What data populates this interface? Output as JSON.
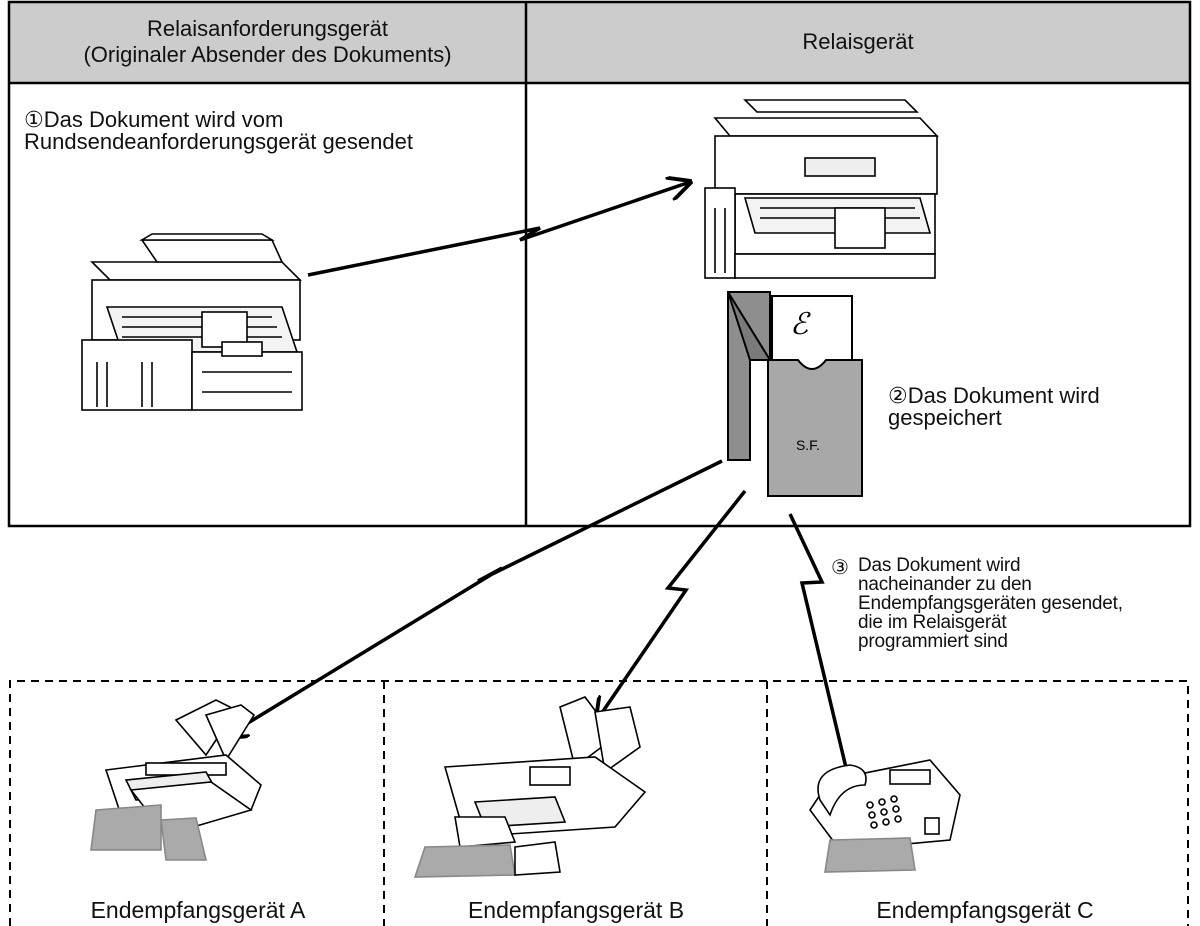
{
  "header": {
    "left_title": "Relaisanforderungsgerät\n(Originaler Absender des Dokuments)",
    "right_title": "Relaisgerät"
  },
  "steps": {
    "step1": "①Das Dokument wird vom\n    Rundsendeanforderungsgerät gesendet",
    "step2": "②Das Dokument wird\n    gespeichert",
    "step3_number": "③",
    "step3_text": "Das Dokument wird\nnacheinander zu den\nEndempfangsgeräten gesendet,\ndie im Relaisgerät\nprogrammiert sind"
  },
  "storage_label": "S.F.",
  "receivers": [
    {
      "label": "Endempfangsgerät A"
    },
    {
      "label": "Endempfangsgerät B"
    },
    {
      "label": "Endempfangsgerät C"
    }
  ],
  "colors": {
    "header_fill": "#cccccc",
    "box_fill": "#a8a8a8",
    "box_fill_dark": "#8e8e8e",
    "line": "#000000"
  },
  "icons": {
    "copier_left": "copier-machine-icon",
    "copier_right": "copier-machine-icon",
    "storage_box": "storage-file-box-icon",
    "fax_a": "fax-machine-icon",
    "fax_b": "fax-machine-icon",
    "fax_c": "telephone-fax-icon"
  }
}
